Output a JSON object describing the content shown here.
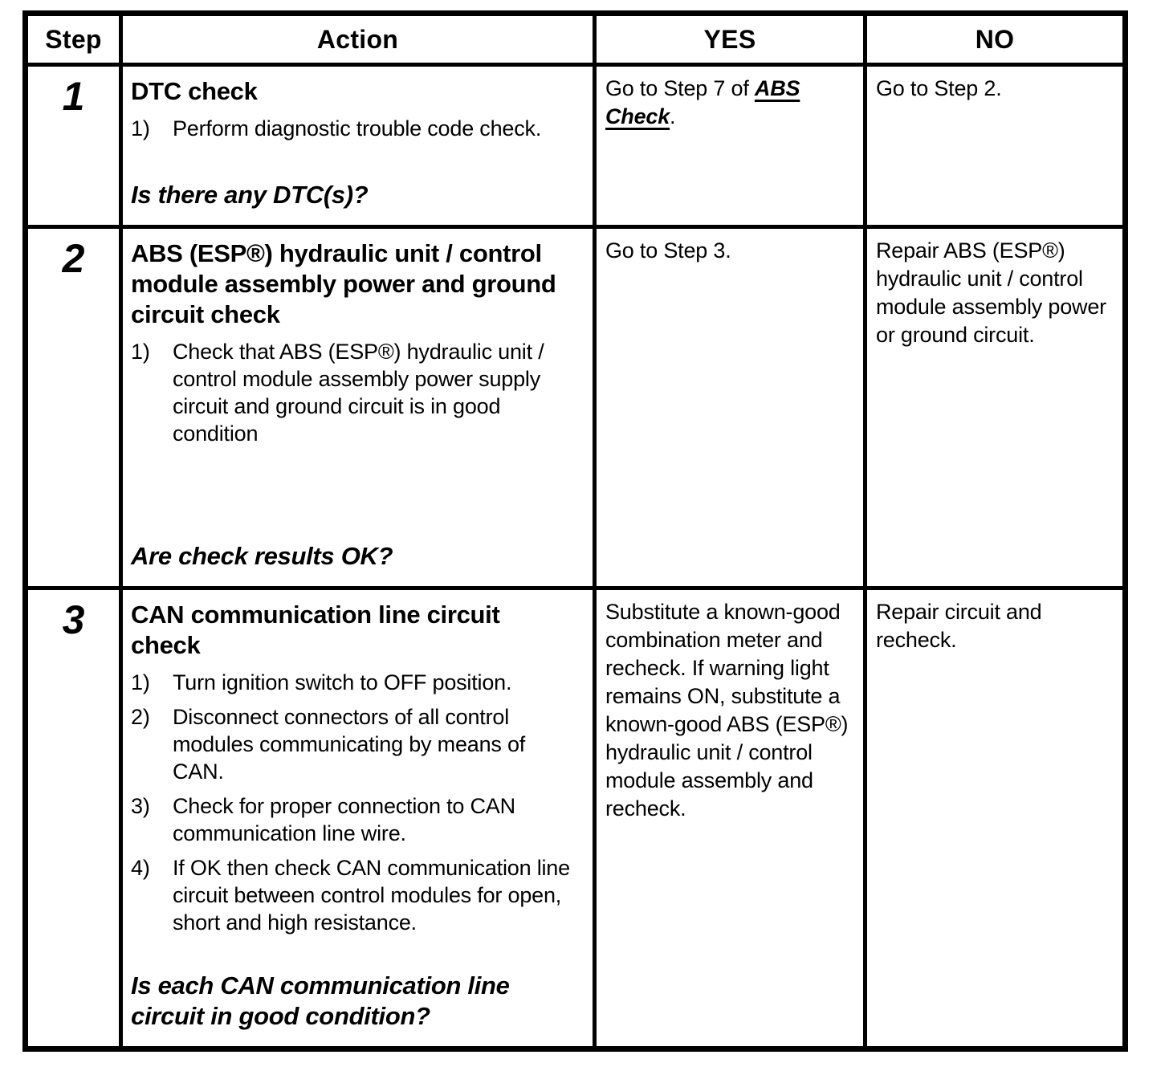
{
  "colors": {
    "background": "#ffffff",
    "text": "#000000",
    "border": "#000000"
  },
  "table": {
    "headers": {
      "step": "Step",
      "action": "Action",
      "yes": "YES",
      "no": "NO"
    },
    "rows": [
      {
        "step": "1",
        "title": "DTC check",
        "items": [
          {
            "num": "1)",
            "text": "Perform diagnostic trouble code check."
          }
        ],
        "question": "Is there any DTC(s)?",
        "yes": {
          "prefix": "Go to Step 7 of ",
          "link": "ABS Check",
          "suffix": "."
        },
        "no": "Go to Step 2."
      },
      {
        "step": "2",
        "title": "ABS (ESP®) hydraulic unit / control module assembly power and ground circuit check",
        "items": [
          {
            "num": "1)",
            "text": "Check that ABS (ESP®) hydraulic unit / control module assembly power supply circuit and ground circuit is in good condition"
          }
        ],
        "question": "Are check results OK?",
        "yes": {
          "text": "Go to Step 3."
        },
        "no": "Repair ABS (ESP®) hydraulic unit / control module assembly power or ground circuit."
      },
      {
        "step": "3",
        "title": "CAN communication line circuit check",
        "items": [
          {
            "num": "1)",
            "text": "Turn ignition switch to OFF position."
          },
          {
            "num": "2)",
            "text": "Disconnect connectors of all control modules communicating by means of CAN."
          },
          {
            "num": "3)",
            "text": "Check for proper connection to CAN communication line wire."
          },
          {
            "num": "4)",
            "text": "If OK then check CAN communication line circuit between control modules for open, short and high resistance."
          }
        ],
        "question": "Is each CAN communication line circuit in good condition?",
        "yes": {
          "text": "Substitute a known-good combination meter and recheck. If warning light remains ON, substitute a known-good ABS (ESP®) hydraulic unit / control module assembly and recheck."
        },
        "no": "Repair circuit and recheck."
      }
    ]
  }
}
